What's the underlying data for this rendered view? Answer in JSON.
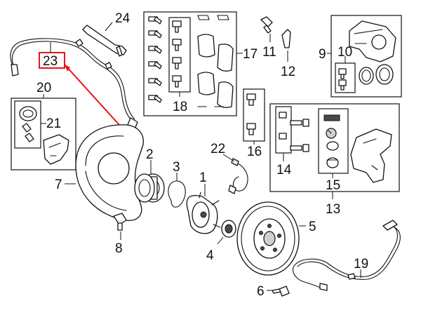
{
  "diagram": {
    "callouts": [
      {
        "id": "c1",
        "text": "1"
      },
      {
        "id": "c2",
        "text": "2"
      },
      {
        "id": "c3",
        "text": "3"
      },
      {
        "id": "c4",
        "text": "4"
      },
      {
        "id": "c5",
        "text": "5"
      },
      {
        "id": "c6",
        "text": "6"
      },
      {
        "id": "c7",
        "text": "7"
      },
      {
        "id": "c8",
        "text": "8"
      },
      {
        "id": "c9",
        "text": "9"
      },
      {
        "id": "c10",
        "text": "10"
      },
      {
        "id": "c11",
        "text": "11"
      },
      {
        "id": "c12",
        "text": "12"
      },
      {
        "id": "c13",
        "text": "13"
      },
      {
        "id": "c14",
        "text": "14"
      },
      {
        "id": "c15",
        "text": "15"
      },
      {
        "id": "c16",
        "text": "16"
      },
      {
        "id": "c17",
        "text": "17"
      },
      {
        "id": "c18",
        "text": "18"
      },
      {
        "id": "c19",
        "text": "19"
      },
      {
        "id": "c20",
        "text": "20"
      },
      {
        "id": "c21",
        "text": "21"
      },
      {
        "id": "c22",
        "text": "22"
      },
      {
        "id": "c23",
        "text": "23"
      },
      {
        "id": "c24",
        "text": "24"
      }
    ],
    "highlight": {
      "part": "23",
      "color": "#e8141b"
    },
    "colors": {
      "line": "#111111",
      "background": "#ffffff"
    }
  }
}
